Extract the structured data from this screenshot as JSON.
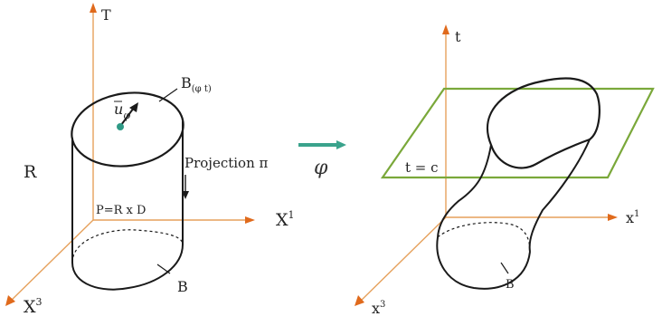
{
  "left_panel": {
    "axis_t_label": "T",
    "axis_x1_label": "X",
    "axis_x1_sup": "1",
    "axis_x3_label": "X",
    "axis_x3_sup": "3",
    "region_label": "R",
    "product_label": "P=R x D",
    "base_label": "B",
    "slice_label_main": "B",
    "slice_label_sub": "(φ t)",
    "vector_label": "u",
    "vector_sub": "φ",
    "projection_label": "Projection π"
  },
  "map_label": "φ",
  "right_panel": {
    "axis_t_label": "t",
    "axis_x1_label": "x",
    "axis_x1_sup": "1",
    "axis_x3_label": "x",
    "axis_x3_sup": "3",
    "plane_label": "t = c",
    "base_label": "B"
  },
  "colors": {
    "axis": "#e6a15c",
    "arrow_head": "#e06a1c",
    "plane": "#7aa83a",
    "map_arrow": "#3aa38c",
    "curve": "#1a1a1a",
    "point": "#2f9a86"
  }
}
